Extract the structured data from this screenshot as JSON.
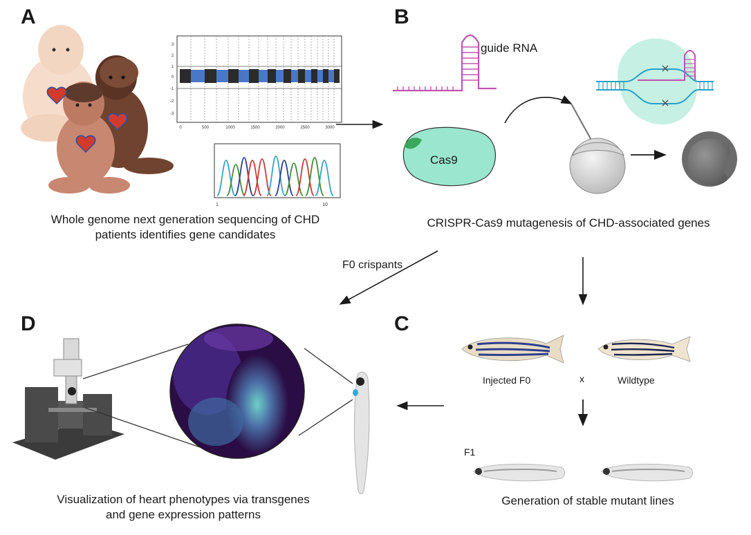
{
  "panels": {
    "a": {
      "letter": "A",
      "caption_line1": "Whole genome next generation sequencing of CHD",
      "caption_line2": "patients identifies gene candidates",
      "plot_y_ticks": [
        "3",
        "2",
        "1",
        "0",
        "-1",
        "-2",
        "-3"
      ],
      "plot_x_ticks": [
        "0",
        "500",
        "1000",
        "1500",
        "2000",
        "2500",
        "3000"
      ],
      "trace_x_ticks": [
        "1",
        "10"
      ]
    },
    "b": {
      "letter": "B",
      "guide_rna_label": "guide RNA",
      "cas9_label": "Cas9",
      "caption": "CRISPR-Cas9 mutagenesis of CHD-associated genes"
    },
    "c": {
      "letter": "C",
      "injected_label": "Injected F0",
      "cross_symbol": "x",
      "wildtype_label": "Wildtype",
      "f1_label": "F1",
      "caption": "Generation of stable mutant lines"
    },
    "d": {
      "letter": "D",
      "caption_line1": "Visualization of heart phenotypes via transgenes",
      "caption_line2": "and gene expression patterns"
    }
  },
  "arrows": {
    "f0_crispants_label": "F0 crispants"
  },
  "colors": {
    "heart_red": "#d23b2c",
    "guide_rna": "#c154b0",
    "cas9_fill": "#9be6cf",
    "dna_blue": "#2a9fc7",
    "fluor_purple": "#5b2a86",
    "fluor_cyan": "#7fd6d0",
    "zebrafish_stripe": "#2e3f8f"
  },
  "icons": [
    "baby-illustration",
    "heart-icon",
    "microscope-icon",
    "zebrafish-icon",
    "embryo-icon",
    "needle-icon",
    "larva-icon"
  ]
}
